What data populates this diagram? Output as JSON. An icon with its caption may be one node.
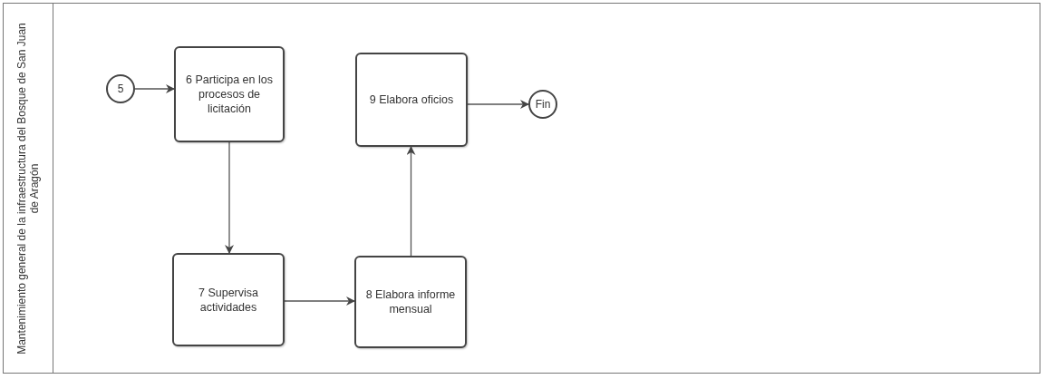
{
  "diagram": {
    "nodes": [
      {
        "text": [
          "Mantenimiento general de la infraestructura del Bosque de San Juan de Aragón"
        ]
      },
      {
        "text": [
          "5"
        ],
        "in": 0
      },
      {
        "text": [
          "6 Participa en los procesos de licitación"
        ],
        "in": 0
      },
      {
        "text": [
          "7 Supervisa actividades"
        ],
        "in": 0
      },
      {
        "text": [
          "8 Elabora informe mensual"
        ],
        "in": 0
      },
      {
        "text": [
          "9 Elabora oficios"
        ],
        "in": 0
      },
      {
        "text": [
          "Fin"
        ],
        "in": 0
      }
    ],
    "edges": [
      {
        "from": 1,
        "to": 2,
        "arrow": "to"
      },
      {
        "from": 2,
        "to": 3,
        "arrow": "to"
      },
      {
        "from": 3,
        "to": 4,
        "arrow": "to"
      },
      {
        "from": 4,
        "to": 5,
        "arrow": "to"
      },
      {
        "from": 5,
        "to": 6,
        "arrow": "to"
      }
    ]
  }
}
